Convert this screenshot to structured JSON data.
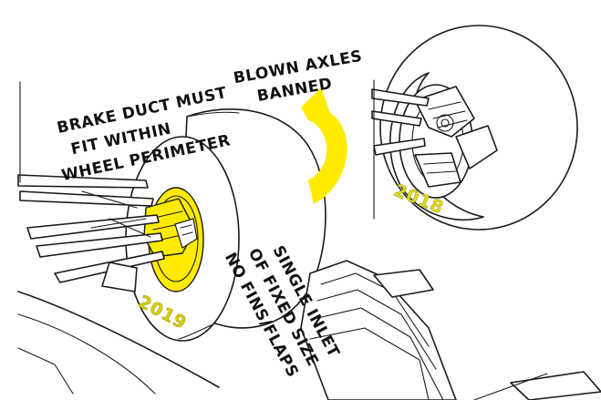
{
  "colors": {
    "highlight": "#ffeb00",
    "label_2019": "#d9cf00",
    "label_2018": "#e0dc1e",
    "ink": "#1a1a1a"
  },
  "annotations": {
    "brake_duct": [
      "BRAKE DUCT MUST",
      "FIT WITHIN",
      "WHEEL PERIMETER"
    ],
    "blown_axles": [
      "BLOWN AXLES",
      "BANNED"
    ],
    "single_inlet": [
      "SINGLE INLET",
      "OF FIXED SIZE",
      "NO FINS/FLAPS"
    ]
  },
  "years": {
    "current": "2019",
    "previous": "2018"
  }
}
